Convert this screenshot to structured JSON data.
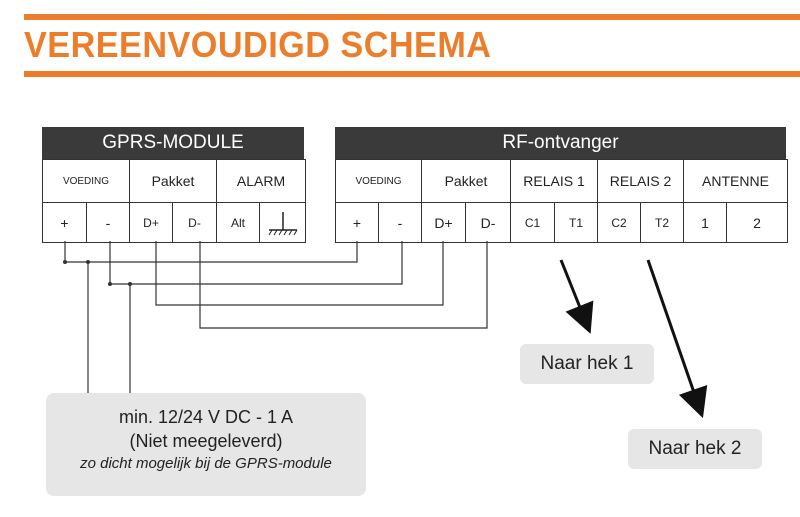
{
  "title": "VEREENVOUDIGD SCHEMA",
  "gprs": {
    "header": "GPRS-MODULE",
    "groups": [
      "VOEDING",
      "Pakket",
      "ALARM"
    ],
    "terminals": [
      "+",
      "-",
      "D+",
      "D-",
      "Alt"
    ],
    "ground_icon": "ground-icon"
  },
  "rf": {
    "header": "RF-ontvanger",
    "groups": [
      "VOEDING",
      "Pakket",
      "RELAIS 1",
      "RELAIS 2",
      "ANTENNE"
    ],
    "terminals": [
      "+",
      "-",
      "D+",
      "D-",
      "C1",
      "T1",
      "C2",
      "T2",
      "1",
      "2"
    ]
  },
  "power_note": {
    "line1": "min. 12/24 V DC - 1 A",
    "line2": "(Niet meegeleverd)",
    "line3": "zo dicht mogelijk bij de GPRS-module"
  },
  "gate1_label": "Naar hek 1",
  "gate2_label": "Naar hek 2",
  "colors": {
    "accent": "#ec7d2b",
    "header_bg": "#3a3a3a",
    "note_bg": "#e6e6e6"
  }
}
